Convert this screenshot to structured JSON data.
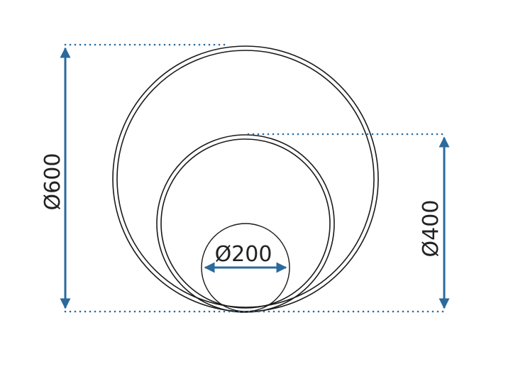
{
  "dimensions": {
    "large": "Ø600",
    "medium": "Ø400",
    "small": "Ø200"
  },
  "colors": {
    "ring_stroke": "#1a1a1a",
    "dimension_arrow": "#2a6a9c",
    "guide_dots": "#2a6a9c",
    "text": "#222222",
    "background": "#ffffff"
  }
}
